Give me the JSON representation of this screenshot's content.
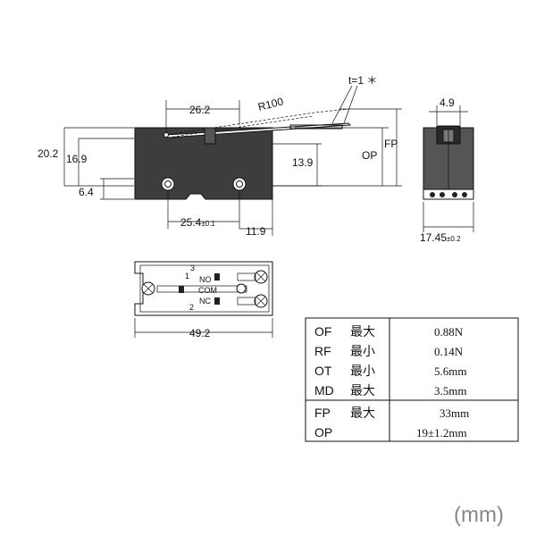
{
  "dims": {
    "top_26_2": "26.2",
    "radius": "R100",
    "thickness": "t=1 ＊",
    "left_20_2": "20.2",
    "left_16_9": "16.9",
    "left_6_4": "6.4",
    "mid_13_9": "13.9",
    "pitch_base": "25.4",
    "pitch_tol": "±0.1",
    "right_11_9": "11.9",
    "side_width": "4.9",
    "side_op": "OP",
    "side_fp": "FP",
    "side_bottom_base": "17.45",
    "side_bottom_tol": "±0.2",
    "bottom_length": "49.2"
  },
  "terminals": {
    "pin3": "3",
    "pin1": "1",
    "pin2": "2",
    "no": "NO",
    "com": "COM",
    "nc": "NC"
  },
  "spec_table": {
    "group1": [
      {
        "param": "OF",
        "qual": "最大",
        "value": "0.88N"
      },
      {
        "param": "RF",
        "qual": "最小",
        "value": "0.14N"
      },
      {
        "param": "OT",
        "qual": "最小",
        "value": "5.6mm"
      },
      {
        "param": "MD",
        "qual": "最大",
        "value": "3.5mm"
      }
    ],
    "group2": [
      {
        "param": "FP",
        "qual": "最大",
        "value": "33mm"
      },
      {
        "param": "OP",
        "qual": "",
        "value": "19±1.2mm"
      }
    ]
  },
  "unit_label": "(mm)"
}
